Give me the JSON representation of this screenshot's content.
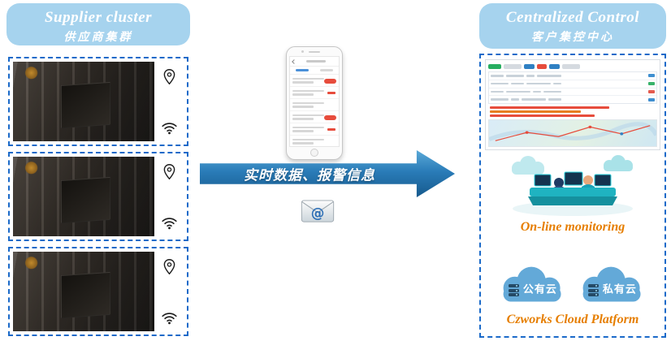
{
  "left_panel": {
    "title": "Supplier cluster",
    "subtitle": "供应商集群",
    "machines": [
      {
        "icons": [
          "location-pin",
          "wifi"
        ]
      },
      {
        "icons": [
          "location-pin",
          "wifi"
        ]
      },
      {
        "icons": [
          "location-pin",
          "wifi"
        ]
      }
    ]
  },
  "flow": {
    "arrow_label": "实时数据、报警信息",
    "icons": [
      "smartphone-app",
      "email"
    ]
  },
  "right_panel": {
    "title": "Centralized Control",
    "subtitle": "客户集控中心",
    "monitoring_label": "On-line monitoring",
    "clouds": [
      {
        "label": "公有云"
      },
      {
        "label": "私有云"
      }
    ],
    "platform_label": "Czworks Cloud Platform"
  },
  "colors": {
    "header_bg": "#a6d3ee",
    "dashed_border": "#1b6ac9",
    "arrow_blue": "#2a7cb8",
    "accent_orange": "#e67e00",
    "cloud_blue": "#63a9d8"
  }
}
